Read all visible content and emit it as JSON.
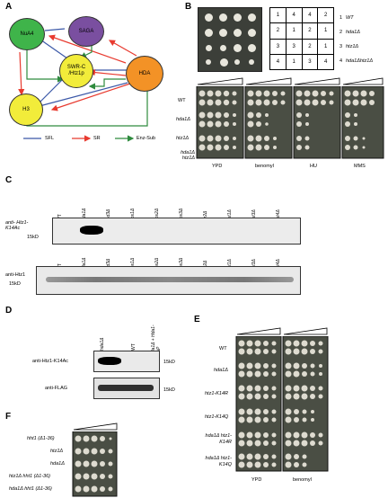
{
  "panels": {
    "a": "A",
    "b": "B",
    "c": "C",
    "d": "D",
    "e": "E",
    "f": "F"
  },
  "panel_a": {
    "nodes": {
      "nua4": "NuA4",
      "saga": "SAGA",
      "swrc": "SWR-C /Htz1p",
      "hda": "HDA",
      "h3": "H3"
    },
    "colors": {
      "nua4": "#3fb44a",
      "saga": "#7a4fa0",
      "swrc": "#f2ec3a",
      "hda": "#f39226",
      "h3": "#f2ec3a",
      "sfl": "#3b58a8",
      "sr": "#e83a2f",
      "enz": "#2e8b3e"
    },
    "legend": {
      "sfl": "SFL",
      "sr": "SR",
      "enz": "Enz-Sub"
    }
  },
  "panel_b": {
    "grid": [
      [
        "1",
        "4",
        "4",
        "2"
      ],
      [
        "2",
        "1",
        "2",
        "1"
      ],
      [
        "3",
        "3",
        "2",
        "1"
      ],
      [
        "4",
        "1",
        "3",
        "4"
      ]
    ],
    "key": [
      {
        "num": "1",
        "name": "WT"
      },
      {
        "num": "2",
        "name": "hda1Δ"
      },
      {
        "num": "3",
        "name": "htz1Δ"
      },
      {
        "num": "4",
        "name": "hda1Δhtz1Δ"
      }
    ],
    "rows": [
      "WT",
      "hda1Δ",
      "htz1Δ",
      "hda1Δ htz1Δ"
    ],
    "conditions": [
      "YPD",
      "benomyl",
      "HU",
      "MMS"
    ]
  },
  "panel_c": {
    "top_label": "anti- Htz1-K14Ac",
    "bottom_label": "anti-Htz1",
    "marker": "15kD",
    "lanes": [
      "WT",
      "hda1Δ",
      "rpd3Δ",
      "hos1Δ",
      "hos2Δ",
      "hos3Δ",
      "sir2Δ",
      "hst1Δ",
      "hst3Δ",
      "hst4Δ"
    ]
  },
  "panel_d": {
    "lanes": [
      "hda1Δ",
      "WT",
      "hda1Δ + Hda1-TAP"
    ],
    "top_label": "anti-Htz1-K14Ac",
    "bottom_label": "anti-FLAG",
    "marker": "15kD"
  },
  "panel_e": {
    "rows": [
      "WT",
      "hda1Δ",
      "htz1-K14R",
      "htz1-K14Q",
      "hda1Δ htz1-K14R",
      "hda1Δ htz1-K14Q"
    ],
    "conditions": [
      "YPD",
      "benomyl"
    ]
  },
  "panel_f": {
    "rows": [
      "hht1 (Δ1-36)",
      "htz1Δ",
      "hda1Δ",
      "htz1Δ hht1 (Δ1-36)",
      "hda1Δ hht1 (Δ1-36)"
    ]
  }
}
